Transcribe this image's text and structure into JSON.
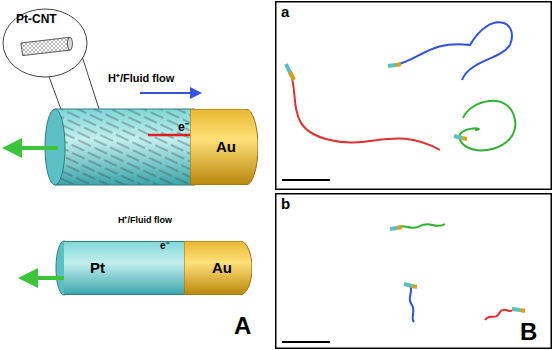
{
  "diagram": {
    "nodes": [
      {
        "text": [
          "Pt-CNT"
        ]
      },
      {
        "text": [
          "Au"
        ]
      },
      {
        "text": [
          "Pt"
        ]
      },
      {
        "text": [
          "Au"
        ]
      },
      {
        "text": [
          "a"
        ]
      },
      {
        "text": [
          "b"
        ]
      }
    ],
    "labels": [
      "H⁺/Fluid flow",
      "e⁻",
      "H⁺/Fluid flow",
      "e⁻",
      "A",
      "B"
    ]
  }
}
